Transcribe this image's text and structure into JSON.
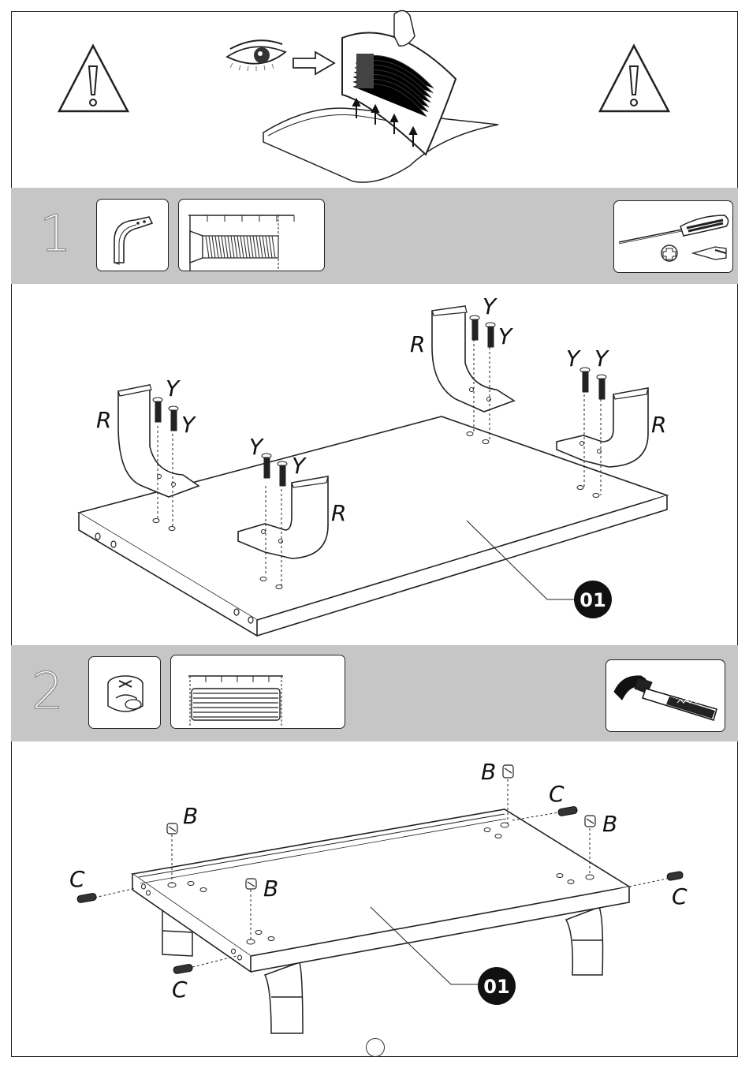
{
  "steps": [
    {
      "number": "1",
      "tool": "screwdriver-icon",
      "parts": [
        "leg-bracket-icon",
        "screw-gauge-icon"
      ]
    },
    {
      "number": "2",
      "tool": "hammer-icon",
      "parts": [
        "cam-lock-icon",
        "dowel-gauge-icon"
      ]
    }
  ],
  "step1_labels": {
    "leg": "R",
    "screw": "Y",
    "panel": "01"
  },
  "step2_labels": {
    "cam": "B",
    "dowel": "C",
    "panel": "01"
  },
  "colors": {
    "band": "#c6c6c6",
    "line": "#222222",
    "badge": "#111111"
  }
}
